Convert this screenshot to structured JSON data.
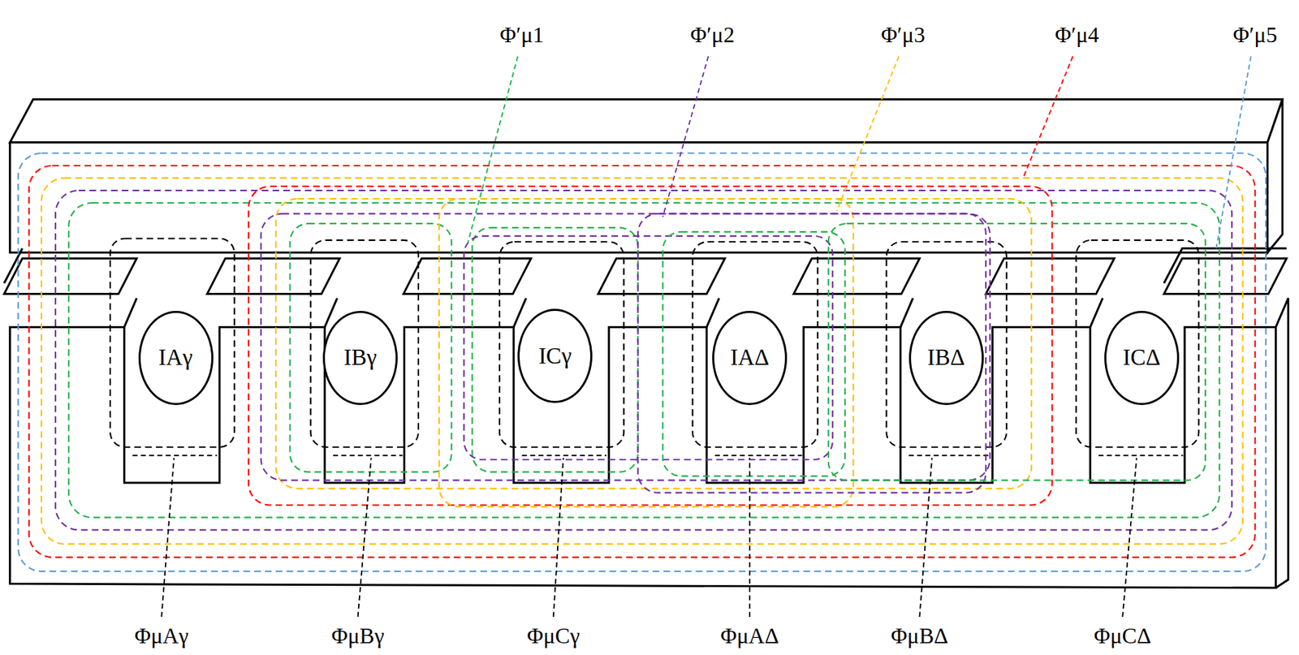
{
  "diagram": {
    "nodes": [
      {
        "text": [
          "IAγ"
        ]
      },
      {
        "text": [
          "IBγ"
        ]
      },
      {
        "text": [
          "ICγ"
        ]
      },
      {
        "text": [
          "IAΔ"
        ]
      },
      {
        "text": [
          "IBΔ"
        ]
      },
      {
        "text": [
          "ICΔ"
        ]
      }
    ],
    "labels": [
      "Φ′μ1",
      "Φ′μ2",
      "Φ′μ3",
      "Φ′μ4",
      "Φ′μ5",
      "ΦμAγ",
      "ΦμBγ",
      "ΦμCγ",
      "ΦμAΔ",
      "ΦμBΔ",
      "ΦμCΔ"
    ]
  }
}
